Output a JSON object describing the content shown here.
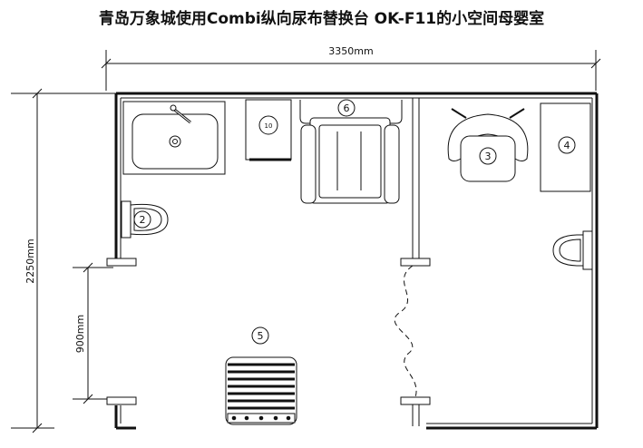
{
  "title": "青岛万象城使用Combi纵向尿布替换台 OK-F11的小空间母婴室",
  "dimensions": {
    "width": "3350mm",
    "height": "2250mm",
    "door": "900mm"
  },
  "labels": {
    "sink_unit": "",
    "bin": "10",
    "changing_table": "6",
    "chair": "3",
    "side_table": "4",
    "toilet_seat": "2",
    "step": "5"
  }
}
